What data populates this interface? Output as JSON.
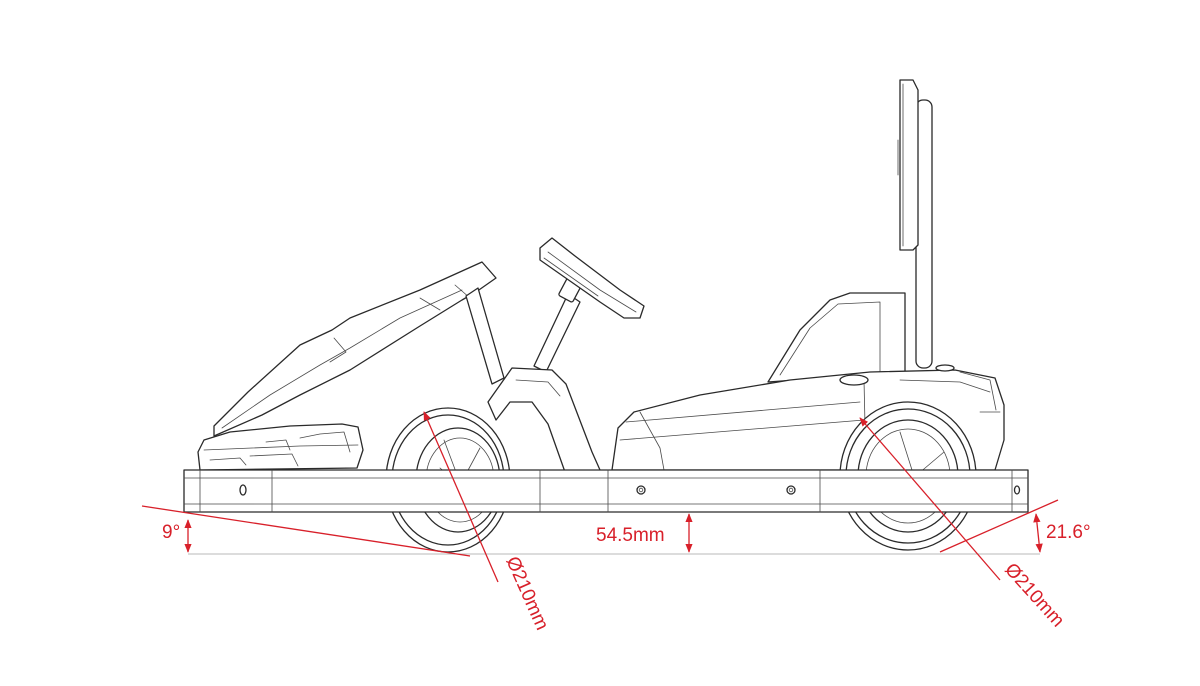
{
  "annotations": {
    "front_angle": "9°",
    "rear_angle": "21.6°",
    "ground_clearance": "54.5mm",
    "front_wheel_diameter": "Ø210mm",
    "rear_wheel_diameter": "Ø210mm"
  },
  "colors": {
    "line": "#2a2a2a",
    "dimension": "#d8202a",
    "background": "#ffffff"
  }
}
